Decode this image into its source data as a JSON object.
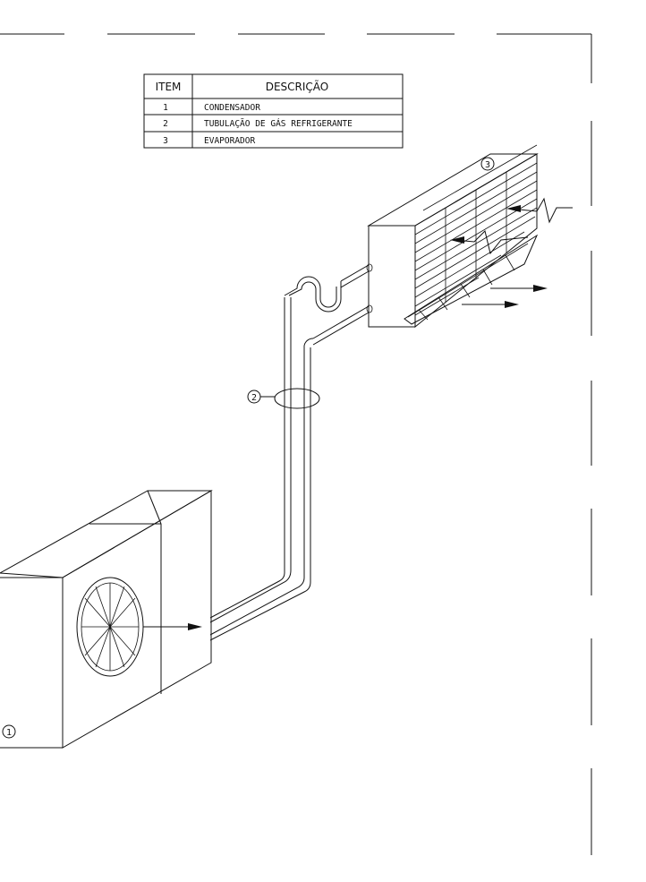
{
  "table": {
    "headers": [
      "ITEM",
      "DESCRIÇÃO"
    ],
    "rows": [
      {
        "item": "1",
        "descricao": "CONDENSADOR"
      },
      {
        "item": "2",
        "descricao": "TUBULAÇÃO DE GÁS REFRIGERANTE"
      },
      {
        "item": "3",
        "descricao": "EVAPORADOR"
      }
    ]
  },
  "callouts": {
    "condenser": "1",
    "piping": "2",
    "evaporator": "3"
  },
  "colors": {
    "line": "#111111",
    "background": "#ffffff"
  }
}
